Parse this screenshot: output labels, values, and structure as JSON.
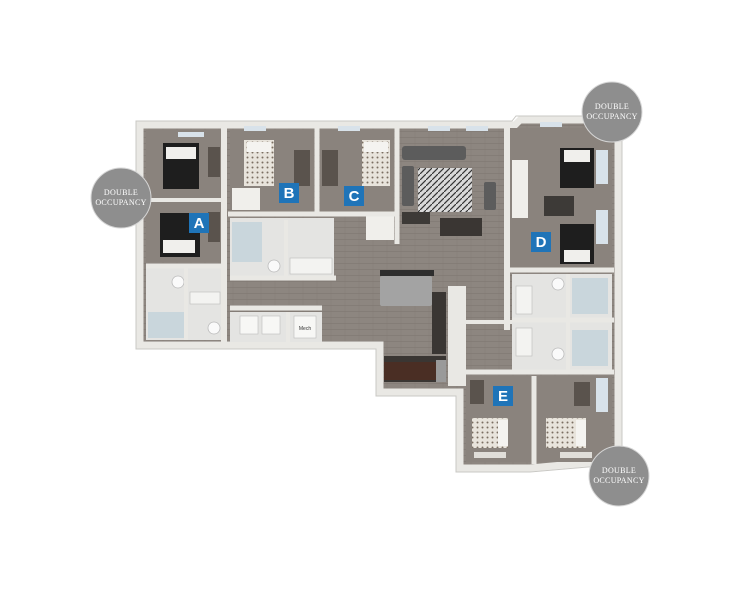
{
  "image_title": "",
  "rooms": [
    {
      "id": "A",
      "label": "A"
    },
    {
      "id": "B",
      "label": "B"
    },
    {
      "id": "C",
      "label": "C"
    },
    {
      "id": "D",
      "label": "D"
    },
    {
      "id": "E",
      "label": "E"
    }
  ],
  "badges": [
    {
      "line1": "DOUBLE",
      "line2": "OCCUPANCY"
    },
    {
      "line1": "DOUBLE",
      "line2": "OCCUPANCY"
    },
    {
      "line1": "DOUBLE",
      "line2": "OCCUPANCY"
    }
  ],
  "mech_label": "Mech",
  "colors": {
    "label_blue": "#1f74b8",
    "badge_gray": "#8e8e8e",
    "floor_wood": "#8d8680",
    "wall": "#ecebe7",
    "bed_dark": "#1e1e1e"
  }
}
